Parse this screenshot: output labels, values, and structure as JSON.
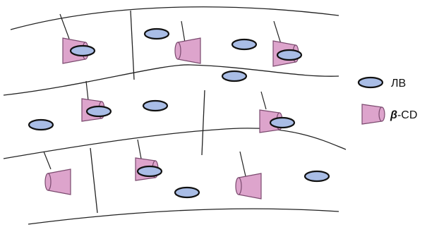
{
  "legend": {
    "drug_label": "ЛВ",
    "cd_symbol": "β",
    "cd_suffix": "-CD"
  },
  "colors": {
    "fiber_stroke": "#222222",
    "drug_fill": "#a9bde6",
    "drug_stroke": "#111111",
    "cd_fill": "#dda4cc",
    "cd_stroke": "#7a4a6e"
  }
}
